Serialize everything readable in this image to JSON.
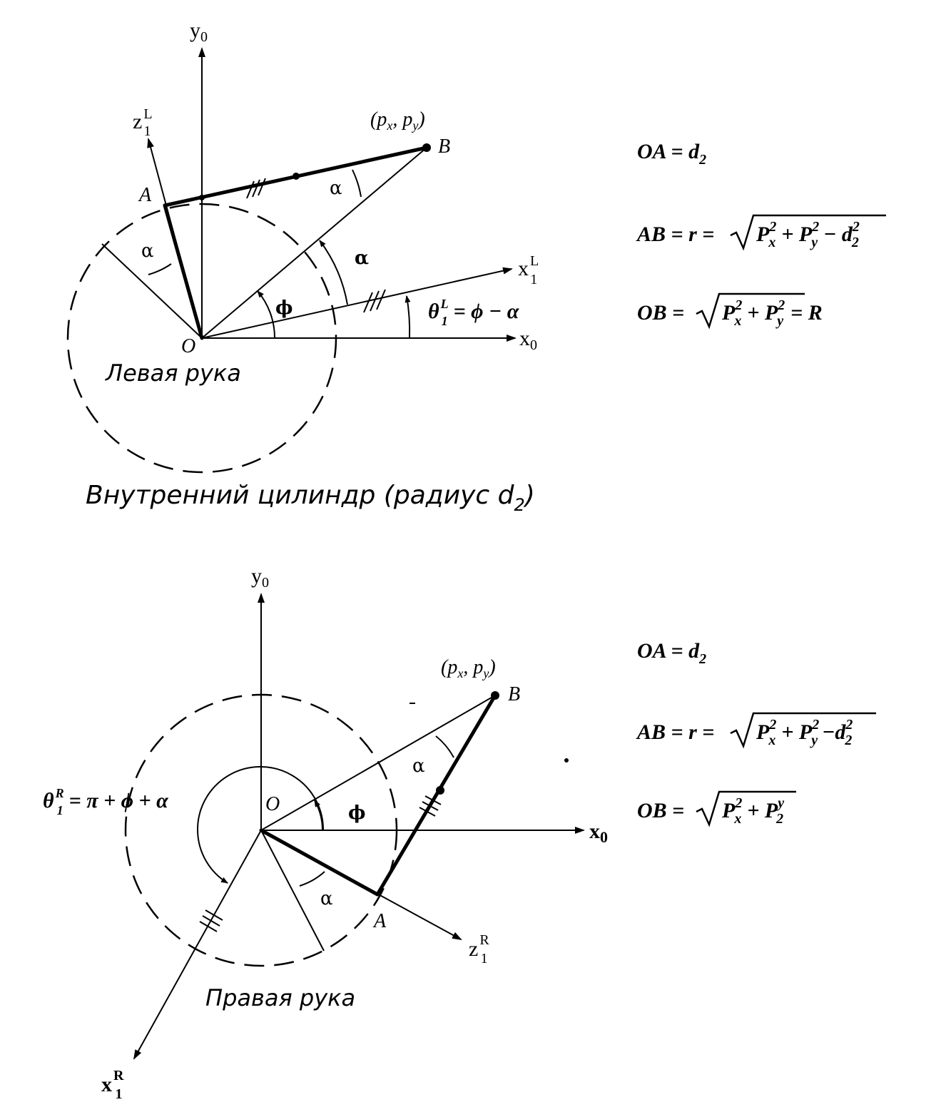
{
  "left_arm": {
    "axis_y0": "y",
    "axis_y0_sub": "0",
    "axis_x0": "x",
    "axis_x0_sub": "0",
    "axis_z1": "z",
    "axis_z1_sub": "1",
    "axis_z1_sup": "L",
    "axis_x1": "x",
    "axis_x1_sub": "1",
    "axis_x1_sup": "L",
    "point_o": "O",
    "point_a": "A",
    "point_b": "B",
    "point_b_coords": "(p",
    "point_b_coords_x": "x",
    "point_b_coords_mid": ", p",
    "point_b_coords_y": "y",
    "point_b_coords_end": ")",
    "alpha": "α",
    "phi": "ϕ",
    "theta_label": "θ",
    "theta_sub": "1",
    "theta_sup": "L",
    "theta_rhs": "= ϕ − α",
    "caption": "Левая рука",
    "cylinder_caption": "Внутренний цилиндр (радиус d",
    "cylinder_caption_sub": "2",
    "cylinder_caption_end": ")",
    "eq_oa": "OA = d",
    "eq_oa_sub": "2",
    "eq_ab_lhs": "AB = r =",
    "eq_ab_radicand": "P",
    "eq_ab_tail": "+ P",
    "eq_ab_tail2": "− d",
    "eq_ob_lhs": "OB =",
    "eq_ob_rhs": "= R",
    "sub_x": "x",
    "sub_y": "y",
    "sup_2": "2",
    "sub_2": "2"
  },
  "right_arm": {
    "axis_y0": "y",
    "axis_y0_sub": "0",
    "axis_x0": "x",
    "axis_x0_sub": "0",
    "axis_z1": "z",
    "axis_z1_sub": "1",
    "axis_z1_sup": "R",
    "axis_x1": "x",
    "axis_x1_sub": "1",
    "axis_x1_sup": "R",
    "point_o": "O",
    "point_a": "A",
    "point_b": "B",
    "point_b_coords": "(p",
    "point_b_coords_x": "x",
    "point_b_coords_mid": ", p",
    "point_b_coords_y": "y",
    "point_b_coords_end": ")",
    "alpha": "α",
    "phi": "ϕ",
    "theta_label": "θ",
    "theta_sub": "1",
    "theta_sup": "R",
    "theta_rhs": "= π + ϕ + α",
    "caption": "Правая рука",
    "eq_oa": "OA = d",
    "eq_oa_sub": "2",
    "eq_ab_lhs": "AB = r =",
    "eq_ab_radicand": "P",
    "eq_ab_tail": "+ P",
    "eq_ab_tail2": "−d",
    "eq_ob_lhs": "OB =",
    "eq_ob_tail": "+ P",
    "sub_x": "x",
    "sub_y": "y",
    "sub_2": "2",
    "sup_2": "2",
    "sup_y": "y"
  }
}
